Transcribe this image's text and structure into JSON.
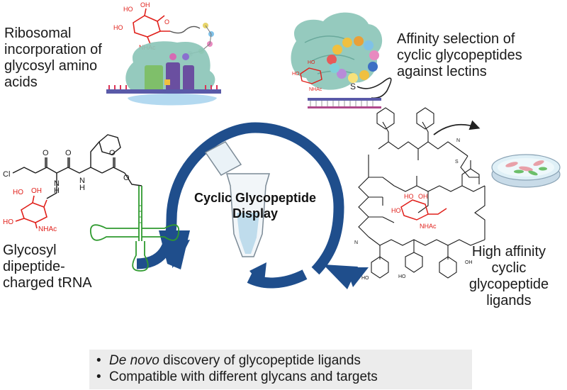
{
  "labels": {
    "top_left": [
      "Ribosomal",
      "incorporation of",
      "glycosyl amino",
      "acids"
    ],
    "top_right": [
      "Affinity selection of",
      "cyclic glycopeptides",
      "against lectins"
    ],
    "bottom_left": [
      "Glycosyl",
      "dipeptide-",
      "charged tRNA"
    ],
    "bottom_right": [
      "High affinity",
      "cyclic",
      "glycopeptide",
      "ligands"
    ]
  },
  "center": {
    "title_lines": [
      "Cyclic Glycopeptide",
      "Display"
    ]
  },
  "chem": {
    "nhac": "NHAc",
    "oh": "OH",
    "ho": "HO",
    "cl": "Cl",
    "o": "O",
    "n": "N",
    "h": "H",
    "s": "S"
  },
  "bullets": {
    "item1_italic": "De novo",
    "item1_rest": " discovery of glycopeptide ligands",
    "item2": "Compatible with different glycans and targets",
    "symbol": "•"
  },
  "colors": {
    "cycle_arrow": "#1f4e8c",
    "sugar_red": "#e0201b",
    "trna_green": "#2f9a2f",
    "ribosome_teal": "#8cc6b9",
    "ribosome_green": "#7fbf6a",
    "bullet_box": "#ececec"
  }
}
